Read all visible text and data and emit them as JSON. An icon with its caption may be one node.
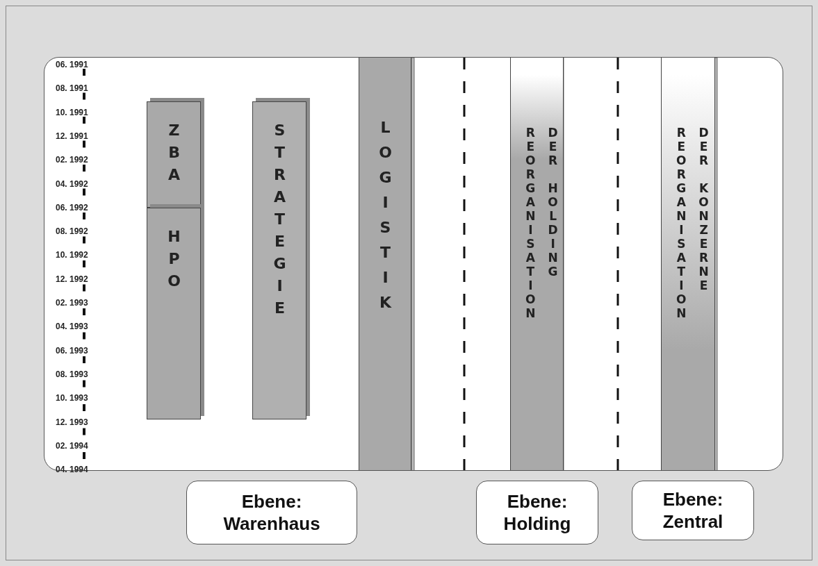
{
  "diagram": {
    "nodes": [
      {
        "text": [
          "ZBA"
        ]
      },
      {
        "text": [
          "HPO"
        ]
      },
      {
        "text": [
          "STRATEGIE"
        ]
      },
      {
        "text": [
          "LOGISTIK"
        ]
      },
      {
        "text": [
          "REORGANISATION DER HOLDING"
        ]
      },
      {
        "text": [
          "REORGANISATION DER KONZERNE"
        ]
      },
      {
        "text": [
          "Ebene: Warenhaus"
        ]
      },
      {
        "text": [
          "Ebene: Holding"
        ]
      },
      {
        "text": [
          "Ebene: Zentral"
        ]
      }
    ],
    "edges": [],
    "labels": [
      "06. 1991",
      "08. 1991",
      "10. 1991",
      "12. 1991",
      "02. 1992",
      "04. 1992",
      "06. 1992",
      "08. 1992",
      "10. 1992",
      "12. 1992",
      "02. 1993",
      "04. 1993",
      "06. 1993",
      "08. 1993",
      "10. 1993",
      "12. 1993",
      "02. 1994",
      "04. 1994"
    ]
  }
}
